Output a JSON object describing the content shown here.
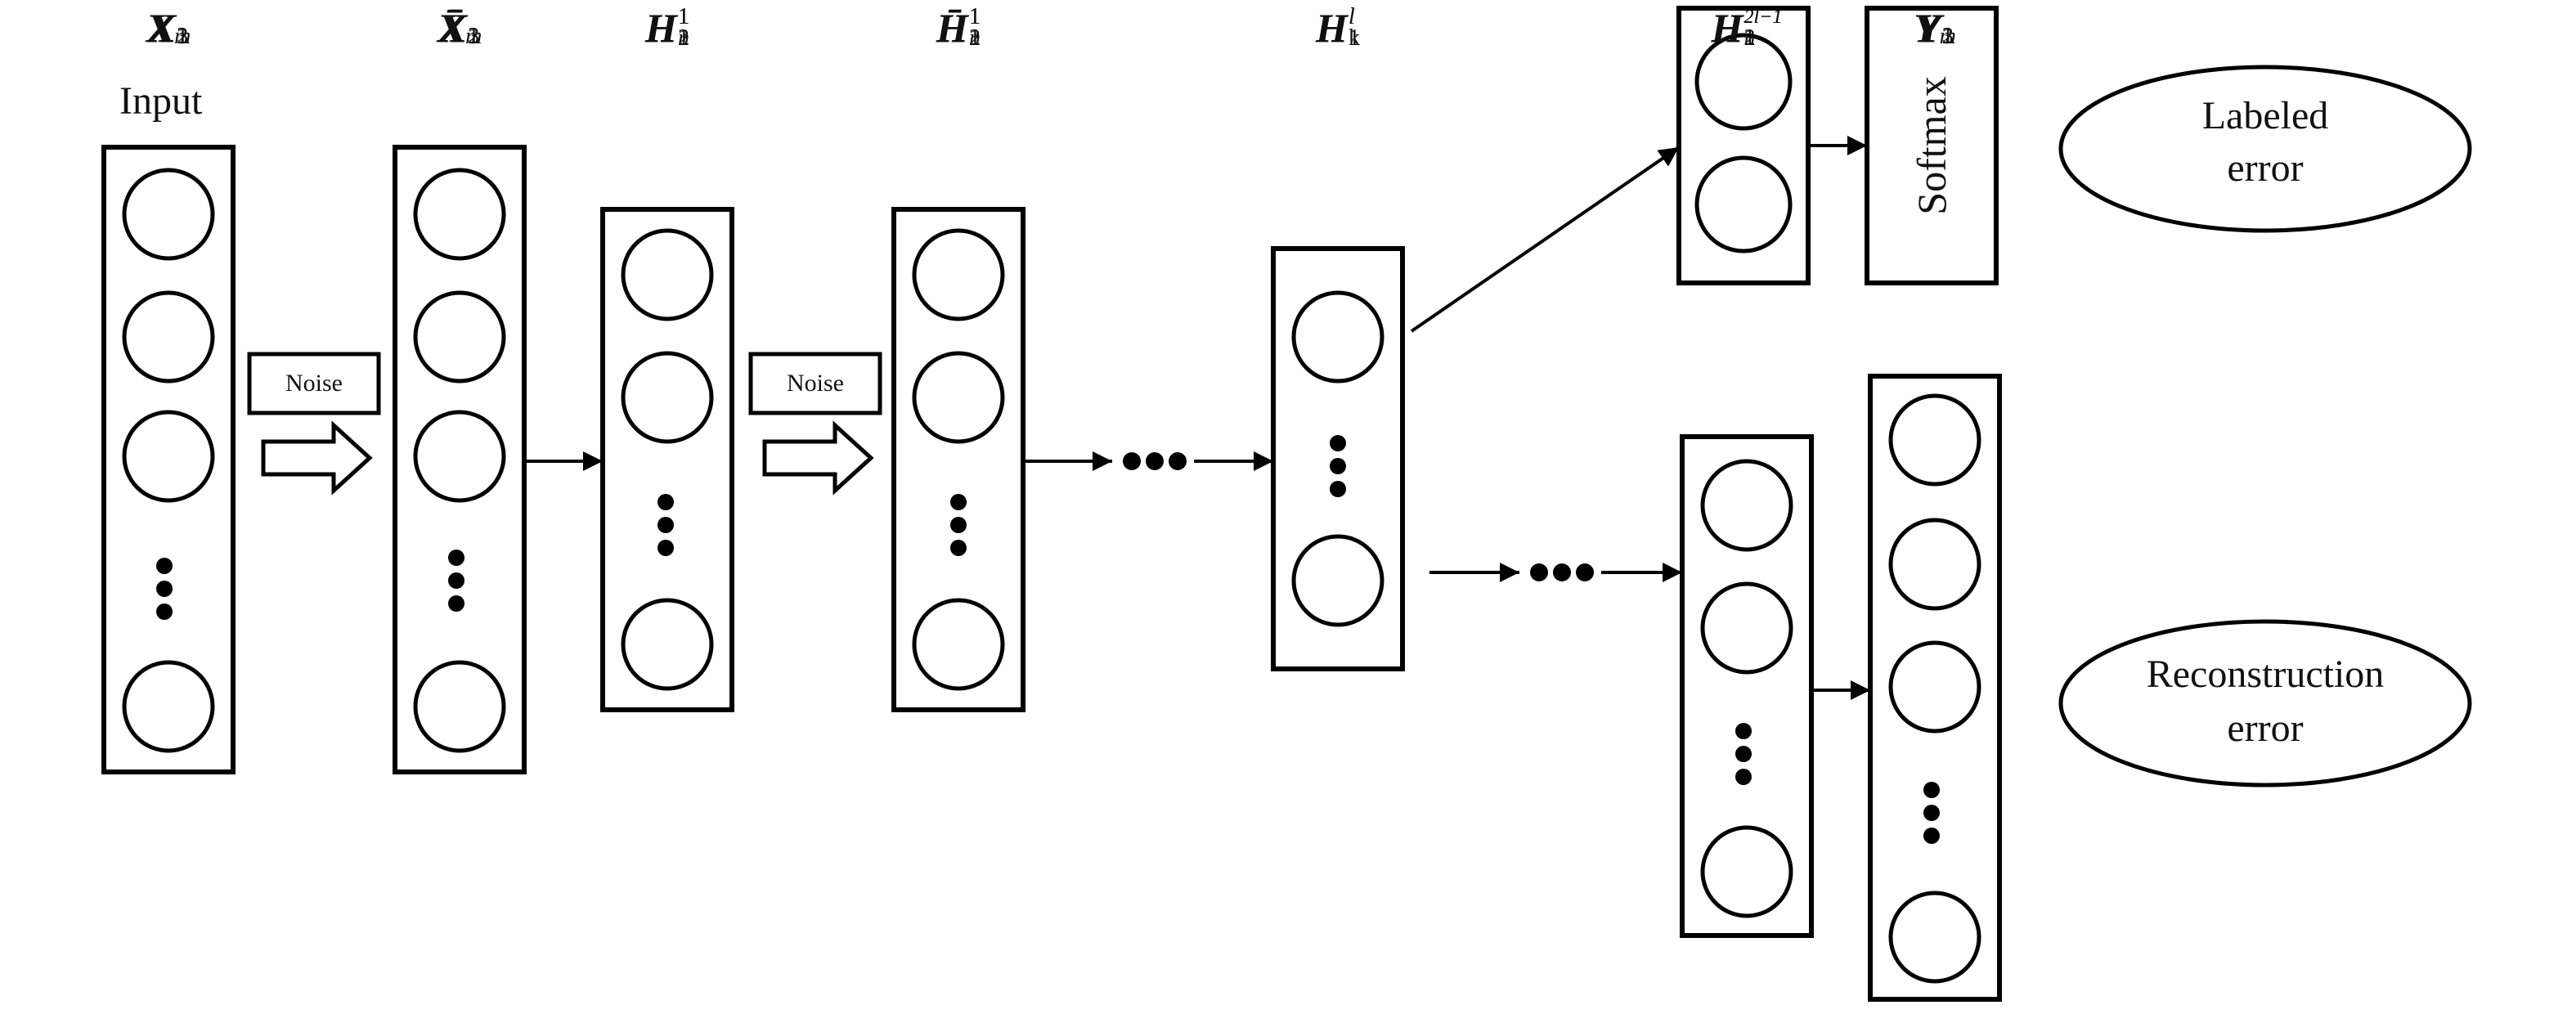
{
  "input_label": "Input",
  "noise_label": "Noise",
  "softmax_label": "Softmax",
  "labeled_error": {
    "line1": "Labeled",
    "line2": "error"
  },
  "reconstruction_error": {
    "line1": "Reconstruction",
    "line2": "error"
  },
  "input_nodes": [
    {
      "sym": "X",
      "sub": "1"
    },
    {
      "sym": "X",
      "sub": "2"
    },
    {
      "sym": "X",
      "sub": "3"
    },
    {
      "sym": "X",
      "sub": "m"
    }
  ],
  "noisy_input_nodes": [
    {
      "sym": "X̄",
      "sub": "1"
    },
    {
      "sym": "X̄",
      "sub": "2"
    },
    {
      "sym": "X̄",
      "sub": "3"
    },
    {
      "sym": "X̄",
      "sub": "m"
    }
  ],
  "hidden1_nodes": [
    {
      "sym": "H",
      "sub": "1",
      "sup": "1"
    },
    {
      "sym": "H",
      "sub": "2",
      "sup": "1"
    },
    {
      "sym": "H",
      "sub": "n",
      "sup": "1"
    }
  ],
  "noisy_hidden1_nodes": [
    {
      "sym": "H̄",
      "sub": "1",
      "sup": "1"
    },
    {
      "sym": "H̄",
      "sub": "2",
      "sup": "1"
    },
    {
      "sym": "H̄",
      "sub": "n",
      "sup": "1"
    }
  ],
  "code_nodes": [
    {
      "sym": "H",
      "sub": "1",
      "sup": "l"
    },
    {
      "sym": "H",
      "sub": "k",
      "sup": "l"
    }
  ],
  "decoder_nodes": [
    {
      "sym": "H",
      "sub": "1",
      "sup": "2l−1"
    },
    {
      "sym": "H",
      "sub": "2",
      "sup": "2l−1"
    },
    {
      "sym": "H",
      "sub": "n",
      "sup": "2l−1"
    }
  ],
  "output_nodes": [
    {
      "sym": "Y",
      "sub": "1"
    },
    {
      "sym": "Y",
      "sub": "2"
    },
    {
      "sym": "Y",
      "sub": "3"
    },
    {
      "sym": "Y",
      "sub": "m"
    }
  ]
}
